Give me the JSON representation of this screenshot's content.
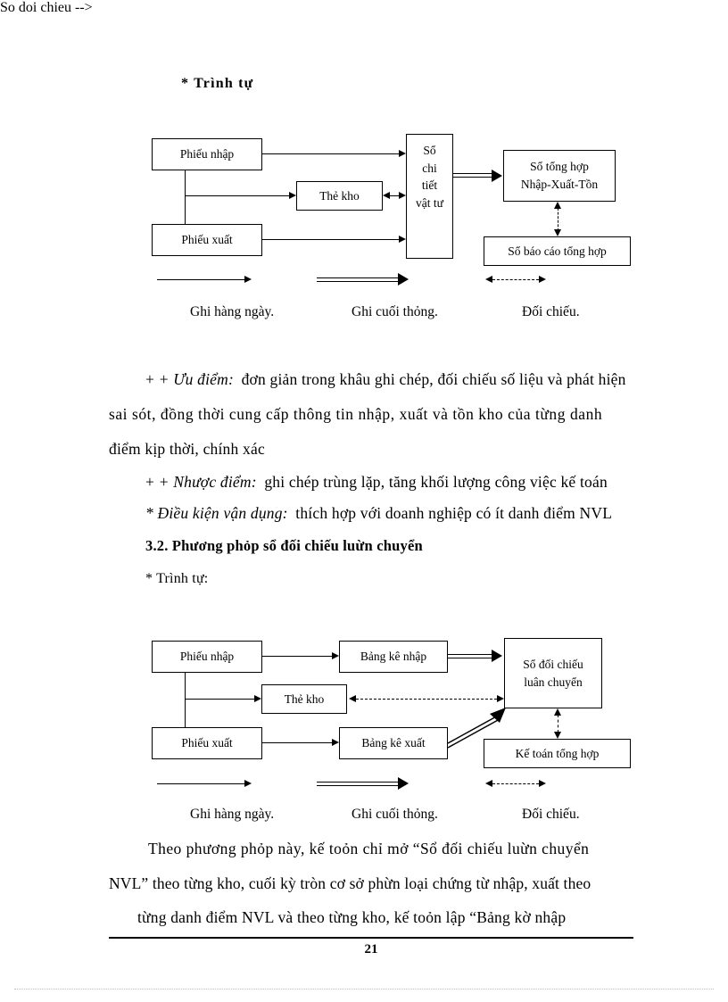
{
  "document": {
    "page_number": "21",
    "language": "Vietnamese"
  },
  "section_1": {
    "trinh_tu_label": "* Trình tự",
    "diagram": {
      "name": "so-chi-tiet-vat-tu-flowchart",
      "boxes": [
        {
          "id": "phieu-nhap",
          "label": "Phiếu nhập"
        },
        {
          "id": "the-kho",
          "label": "Thẻ kho"
        },
        {
          "id": "phieu-xuat",
          "label": "Phiếu xuất"
        },
        {
          "id": "so-chi-tiet-vat-tu",
          "lines": [
            "Sổ",
            "chi",
            "tiết",
            "vật tư"
          ]
        },
        {
          "id": "so-tong-hop",
          "lines": [
            "Sổ tổng hợp",
            "Nhập-Xuất-Tồn"
          ]
        },
        {
          "id": "so-bao-cao-tong-hop",
          "label": "Sổ báo cáo tổng hợp"
        }
      ]
    },
    "legend": [
      {
        "id": "ghi-hang-ngay",
        "label": "Ghi hàng ngày.",
        "arrow": "solid-single"
      },
      {
        "id": "ghi-cuoi-thong",
        "label": "Ghi cuối thỏng.",
        "arrow": "solid-double"
      },
      {
        "id": "doi-chieu",
        "label": "Đối chiếu.",
        "arrow": "dashed-bidirectional"
      }
    ]
  },
  "body": {
    "uu_diem_label": "+ Ưu điểm:",
    "uu_diem_line1": "đơn giản trong khâu ghi chép, đối chiếu số liệu và phát hiện",
    "uu_diem_line2": "sai sót, đồng thời cung cấp thông tin nhập, xuất và tồn kho của từng danh",
    "uu_diem_line3": "điểm kịp thời, chính xác",
    "nhuoc_diem_label": "+ Nhược điểm:",
    "nhuoc_diem_text": "ghi chép trùng lặp, tăng khối lượng công việc kế toán",
    "dieu_kien_label": "* Điều kiện vận dụng:",
    "dieu_kien_text": "thích hợp với doanh nghiệp có ít danh điểm NVL",
    "heading_32": "3.2. Phương phỏp sổ đối chiếu luừn chuyển",
    "trinh_tu_label_2": "* Trình tự:"
  },
  "section_2": {
    "diagram": {
      "name": "so-doi-chieu-luan-chuyen-flowchart",
      "boxes": [
        {
          "id": "phieu-nhap-2",
          "label": "Phiếu nhập"
        },
        {
          "id": "bang-ke-nhap",
          "label": "Bảng kê nhập"
        },
        {
          "id": "the-kho-2",
          "label": "Thẻ kho"
        },
        {
          "id": "phieu-xuat-2",
          "label": "Phiếu xuất"
        },
        {
          "id": "bang-ke-xuat",
          "label": "Bảng kê xuất"
        },
        {
          "id": "so-doi-chieu-luan-chuyen",
          "lines": [
            "Sổ đối chiếu",
            "luân chuyển"
          ]
        },
        {
          "id": "ke-toan-tong-hop",
          "label": "Kế toán tổng hợp"
        }
      ]
    },
    "legend": [
      {
        "id": "ghi-hang-ngay-2",
        "label": "Ghi hàng ngày.",
        "arrow": "solid-single"
      },
      {
        "id": "ghi-cuoi-thong-2",
        "label": "Ghi cuối thỏng.",
        "arrow": "solid-double"
      },
      {
        "id": "doi-chieu-2",
        "label": "Đối chiếu.",
        "arrow": "dashed-bidirectional"
      }
    ]
  },
  "closing": {
    "line1": "Theo phương phỏp này, kế toỏn chỉ mở “Sổ đối chiếu luừn chuyển",
    "line2": "NVL” theo từng kho, cuối kỳ tròn cơ sở phừn loại chứng từ nhập, xuất theo",
    "line3": "từng danh điểm NVL và theo từng kho, kế toỏn lập “Bảng kờ nhập"
  }
}
